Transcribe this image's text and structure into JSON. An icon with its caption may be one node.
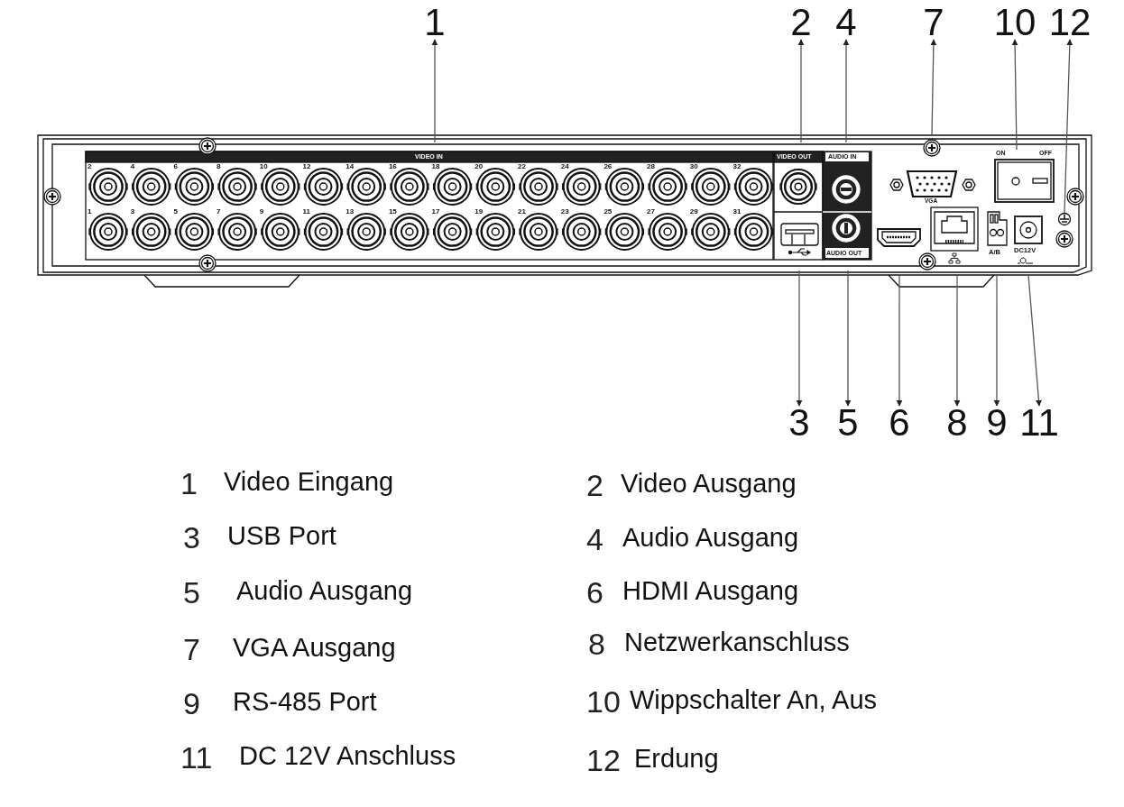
{
  "diagram": {
    "nodes": [
      {
        "text": [
          "1"
        ]
      },
      {
        "text": [
          "2"
        ]
      },
      {
        "text": [
          "4"
        ]
      },
      {
        "text": [
          "7"
        ]
      },
      {
        "text": [
          "10"
        ]
      },
      {
        "text": [
          "12"
        ]
      },
      {
        "text": [
          "3"
        ]
      },
      {
        "text": [
          "5"
        ]
      },
      {
        "text": [
          "6"
        ]
      },
      {
        "text": [
          "8"
        ]
      },
      {
        "text": [
          "9"
        ]
      },
      {
        "text": [
          "11"
        ]
      }
    ],
    "edges": [
      {
        "from": null,
        "to": 0,
        "arrow": "to"
      },
      {
        "from": null,
        "to": 1,
        "arrow": "to"
      },
      {
        "from": null,
        "to": 2,
        "arrow": "to"
      },
      {
        "from": null,
        "to": 3,
        "arrow": "to"
      },
      {
        "from": null,
        "to": 4,
        "arrow": "to"
      },
      {
        "from": null,
        "to": 5,
        "arrow": "to"
      },
      {
        "from": null,
        "to": 6,
        "arrow": "to"
      },
      {
        "from": null,
        "to": 7,
        "arrow": "to"
      },
      {
        "from": null,
        "to": 8,
        "arrow": "to"
      },
      {
        "from": null,
        "to": 9,
        "arrow": "to"
      },
      {
        "from": null,
        "to": 10,
        "arrow": "to"
      },
      {
        "from": null,
        "to": 11,
        "arrow": "to"
      }
    ],
    "labels": [
      "ON",
      "OFF",
      "VIDEO IN",
      "VIDEO OUT",
      "AUDIO IN",
      "2",
      "4",
      "6",
      "8",
      "10",
      "12",
      "14",
      "16",
      "18",
      "20",
      "22",
      "24",
      "26",
      "28",
      "30",
      "32",
      "VGA",
      "1",
      "3",
      "5",
      "7",
      "9",
      "11",
      "13",
      "15",
      "17",
      "19",
      "21",
      "23",
      "25",
      "27",
      "29",
      "31",
      "AUDIO OUT",
      "A/B",
      "DC12V",
      "1",
      "Video Eingang",
      "2",
      "Video Ausgang",
      "3",
      "USB Port",
      "4",
      "Audio Ausgang",
      "5",
      "Audio Ausgang",
      "6",
      "HDMI Ausgang",
      "7",
      "VGA Ausgang",
      "8",
      "Netzwerkanschluss",
      "9",
      "RS-485 Port",
      "10",
      "Wippschalter An, Aus",
      "11",
      "DC 12V Anschluss",
      "12",
      "Erdung"
    ]
  }
}
